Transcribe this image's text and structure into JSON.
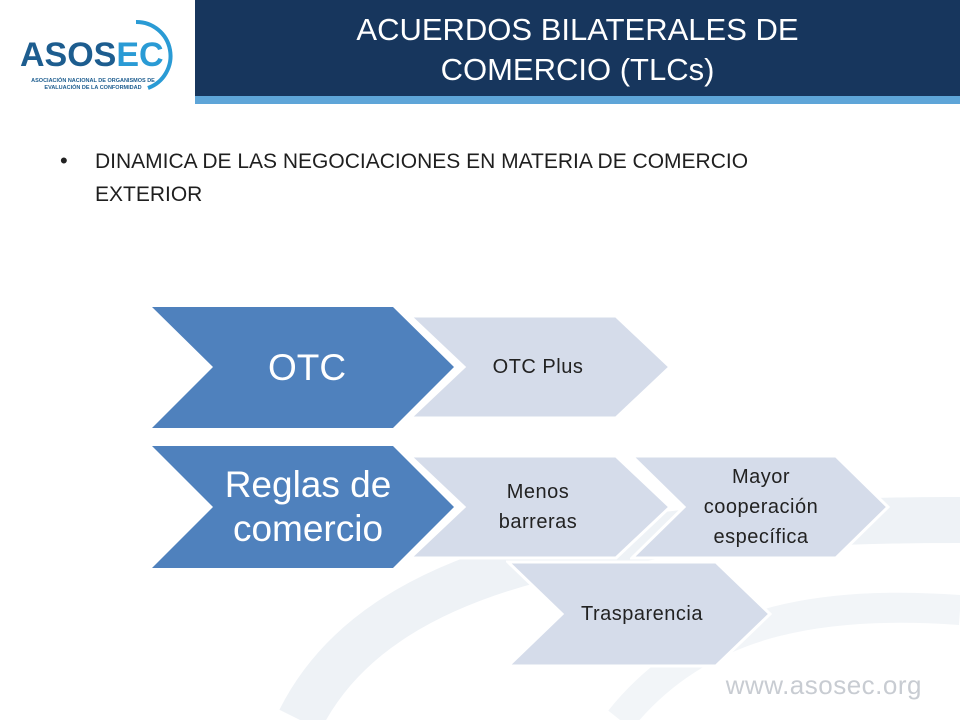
{
  "header": {
    "logo_text_dark": "ASOS",
    "logo_text_accent": "EC",
    "logo_subtitle": "ASOCIACIÓN NACIONAL DE ORGANISMOS DE EVALUACIÓN DE LA CONFORMIDAD",
    "title_line1": "ACUERDOS BILATERALES DE",
    "title_line2": "COMERCIO (TLCs)"
  },
  "bullet": {
    "text": "DINAMICA DE LAS NEGOCIACIONES EN MATERIA DE COMERCIO EXTERIOR"
  },
  "diagram": {
    "row1": {
      "main_label": "OTC",
      "sub_label": "OTC Plus"
    },
    "row2": {
      "main_label_line1": "Reglas de",
      "main_label_line2": "comercio",
      "sub1_line1": "Menos",
      "sub1_line2": "barreras",
      "sub2_line1": "Mayor",
      "sub2_line2": "cooperación",
      "sub2_line3": "específica",
      "sub3_label": "Trasparencia"
    },
    "colors": {
      "main_fill": "#4f81bd",
      "sub_fill": "#d5dcea",
      "sub_stroke": "#ffffff"
    }
  },
  "footer": {
    "url": "www.asosec.org"
  },
  "theme": {
    "header_bg": "#17365d",
    "header_strip": "#5ea5d8",
    "logo_dark": "#1d5d8f",
    "logo_accent": "#2a9bd5"
  }
}
